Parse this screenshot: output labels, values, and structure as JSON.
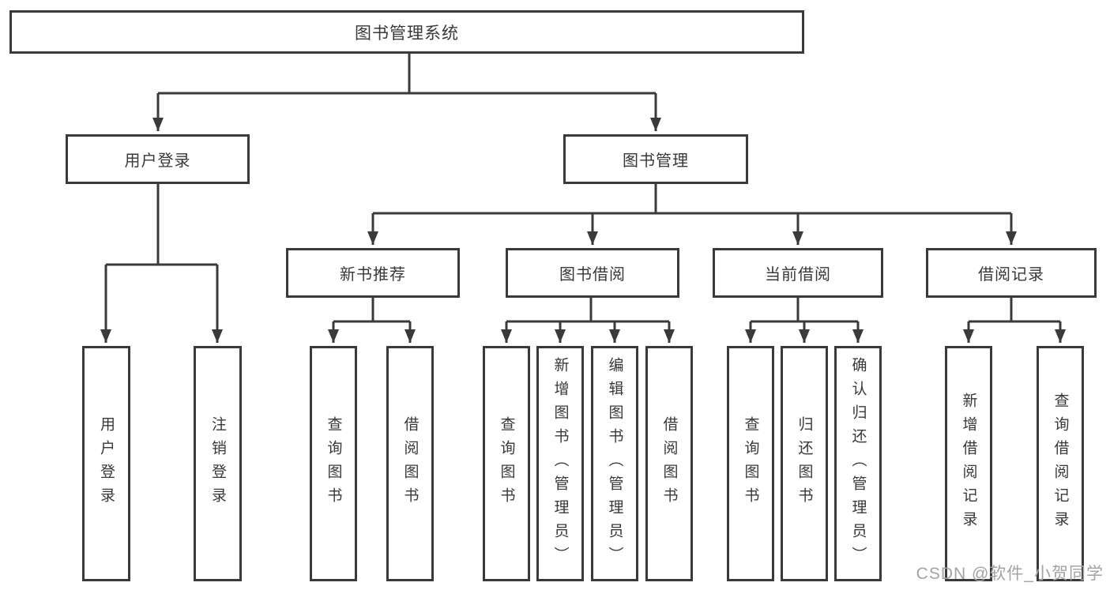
{
  "diagram": {
    "root_label": "图书管理系统",
    "branches": [
      {
        "label": "用户登录"
      },
      {
        "label": "图书管理"
      }
    ],
    "modules": [
      {
        "label": "新书推荐"
      },
      {
        "label": "图书借阅"
      },
      {
        "label": "当前借阅"
      },
      {
        "label": "借阅记录"
      }
    ],
    "leaves": {
      "user_login": [
        "用户登录",
        "注销登录"
      ],
      "new_book": [
        "查询图书",
        "借阅图书"
      ],
      "book_borrow": [
        "查询图书",
        "新增图书（管理员）",
        "编辑图书（管理员）",
        "借阅图书"
      ],
      "current_borrow": [
        "查询图书",
        "归还图书",
        "确认归还（管理员）"
      ],
      "borrow_record": [
        "新增借阅记录",
        "查询借阅记录"
      ]
    }
  },
  "watermark": {
    "label": "CSDN @软件_小贺同学"
  },
  "colors": {
    "line": "#3a3a3a",
    "text": "#383838",
    "watermark": "#a3a3a3",
    "background": "#ffffff"
  }
}
